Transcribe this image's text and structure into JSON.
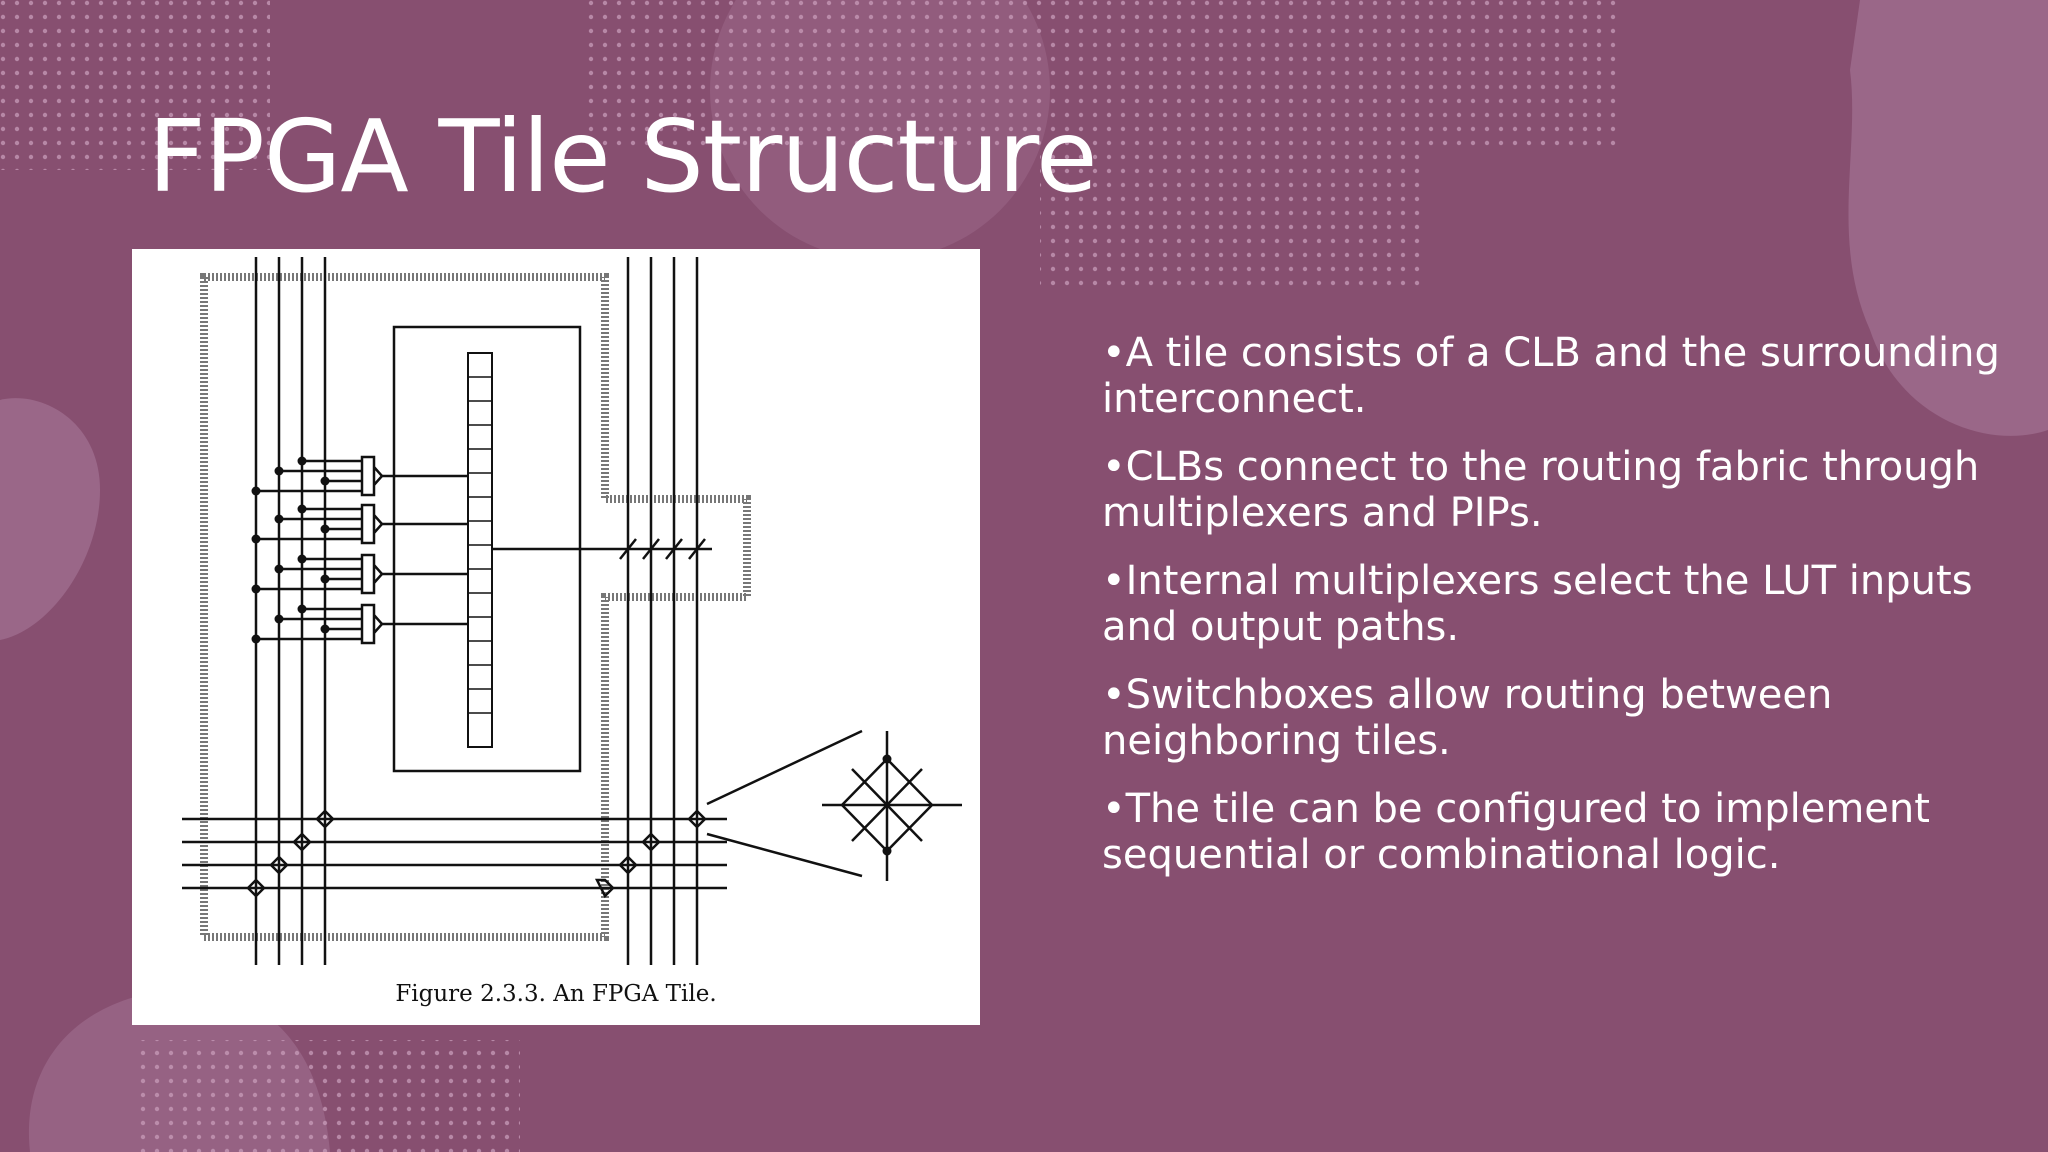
{
  "slide": {
    "title": "FPGA Tile Structure",
    "figure_caption": "Figure 2.3.3. An FPGA Tile.",
    "bullets": [
      "•A tile consists of a CLB and the surrounding interconnect.",
      "•CLBs connect to the routing fabric through multiplexers and PIPs.",
      "•Internal multiplexers select the LUT inputs and output paths.",
      "•Switchboxes allow routing between neighboring tiles.",
      "•The tile can be configured to implement sequential or combinational logic."
    ]
  },
  "colors": {
    "background": "#874f70",
    "blob": "#9a6788",
    "text": "#ffffff"
  }
}
